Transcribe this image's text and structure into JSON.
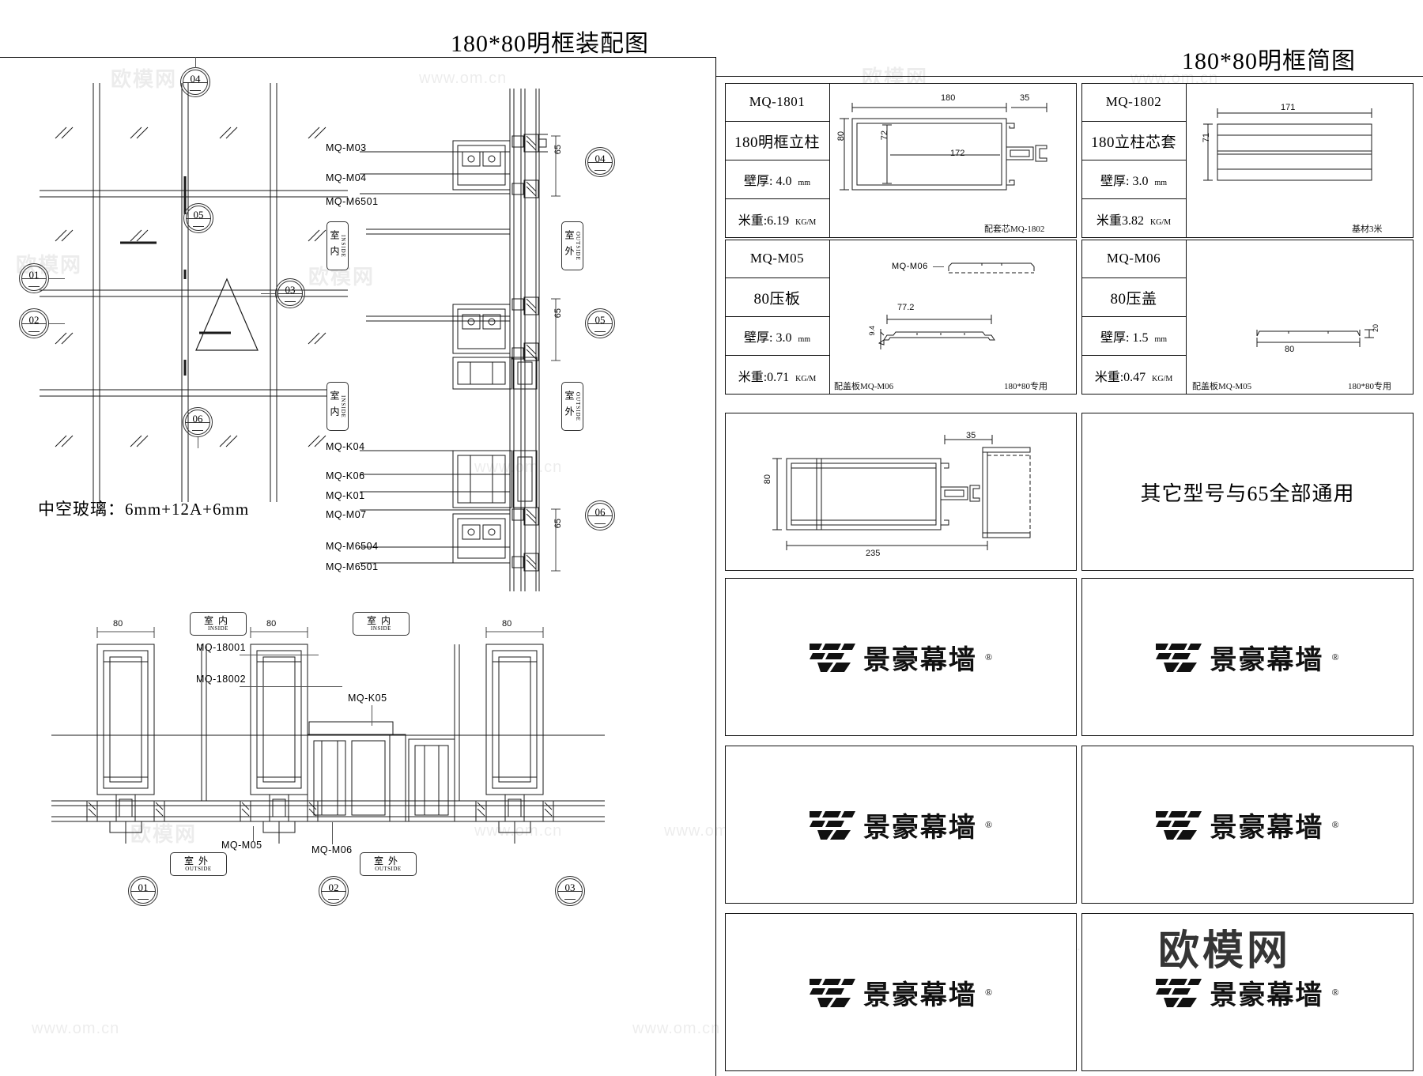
{
  "document": {
    "left_title": "180*80明框装配图",
    "right_title": "180*80明框简图"
  },
  "left_drawing": {
    "glass_note": "中空玻璃：6mm+12A+6mm",
    "callouts": [
      "01",
      "02",
      "03",
      "04",
      "05",
      "06"
    ],
    "section_callouts": [
      "04",
      "05",
      "06"
    ],
    "plan_callouts": [
      "01",
      "02",
      "03"
    ],
    "inside_tag": {
      "cn": "室内",
      "en": "INSIDE"
    },
    "outside_tag": {
      "cn": "室外",
      "en": "OUTSIDE"
    },
    "part_labels_top": [
      "MQ-M03",
      "MQ-M04",
      "MQ-M6501"
    ],
    "part_labels_bottom": [
      "MQ-K04",
      "MQ-K06",
      "MQ-K01",
      "MQ-M07",
      "MQ-M6504",
      "MQ-M6501"
    ],
    "plan_labels": [
      "MQ-18001",
      "MQ-18002",
      "MQ-K05",
      "MQ-M05",
      "MQ-M06"
    ],
    "section_dims": [
      "65",
      "65",
      "65"
    ],
    "plan_dims": [
      "80",
      "80",
      "80"
    ]
  },
  "right_panel": {
    "profiles": [
      {
        "code": "MQ-1801",
        "name": "180明框立柱",
        "thickness_label": "壁厚:",
        "thickness_value": "4.0",
        "thickness_unit": "mm",
        "weight_label": "米重:",
        "weight_value": "6.19",
        "weight_unit": "KG/M",
        "note": "配套芯MQ-1802",
        "note2": "",
        "dims": [
          "180",
          "35",
          "80",
          "72",
          "172"
        ]
      },
      {
        "code": "MQ-1802",
        "name": "180立柱芯套",
        "thickness_label": "壁厚:",
        "thickness_value": "3.0",
        "thickness_unit": "mm",
        "weight_label": "米重",
        "weight_value": "3.82",
        "weight_unit": "KG/M",
        "note": "基材3米",
        "note2": "",
        "dims": [
          "171",
          "71"
        ]
      },
      {
        "code": "MQ-M05",
        "name": "80压板",
        "thickness_label": "壁厚:",
        "thickness_value": "3.0",
        "thickness_unit": "mm",
        "weight_label": "米重:",
        "weight_value": "0.71",
        "weight_unit": "KG/M",
        "note": "配盖板MQ-M06",
        "note2": "180*80专用",
        "dims": [
          "77.2",
          "9.4"
        ],
        "inline_ref": "MQ-M06"
      },
      {
        "code": "MQ-M06",
        "name": "80压盖",
        "thickness_label": "壁厚:",
        "thickness_value": "1.5",
        "thickness_unit": "mm",
        "weight_label": "米重:",
        "weight_value": "0.47",
        "weight_unit": "KG/M",
        "note": "配盖板MQ-M05",
        "note2": "180*80专用",
        "dims": [
          "80",
          "20"
        ]
      }
    ],
    "assembly_cell": {
      "dims": [
        "35",
        "80",
        "235"
      ]
    },
    "general_note": "其它型号与65全部通用",
    "logo": {
      "brand": "景豪幕墙",
      "reg_mark": "®"
    },
    "logo_cells_count": 6,
    "watermark_big": "欧模网"
  },
  "watermarks": {
    "url": "www.om.cn",
    "cn": "欧模网"
  }
}
